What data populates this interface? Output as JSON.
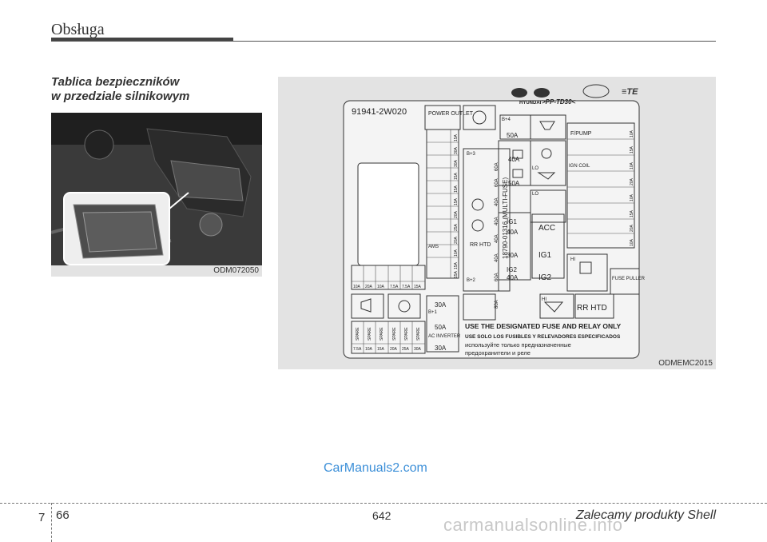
{
  "header": {
    "title": "Obsługa"
  },
  "section": {
    "title_line1": "Tablica bezpieczników",
    "title_line2": "w przedziale silnikowym"
  },
  "photo": {
    "caption": "ODM072050"
  },
  "diagram": {
    "caption": "ODMEMC2015",
    "part_number": "91941-2W020",
    "brand": "HYUNDAI",
    "material": ">PP-TD30<",
    "multifuse": "18790-01316 (MULTI-FUSE)",
    "labels": {
      "power_outlet": "POWER OUTLET",
      "f_pump": "F/PUMP",
      "ign_coil": "IGN COIL",
      "ig1": "IG1",
      "ig2": "IG2",
      "acc": "ACC",
      "rr_htd": "RR HTD",
      "fuse_puller": "FUSE PULLER",
      "ac_inverter": "AC INVERTER",
      "ams": "AMS",
      "rr_htd_small": "RR HTD",
      "lo": "LO",
      "hi": "HI",
      "b4": "B+4",
      "b3": "B+3",
      "b2": "B+2",
      "b1": "B+1",
      "spare": "SPARE"
    },
    "fuse_values": {
      "b4_main": "50A",
      "col2": [
        "40A",
        "50A"
      ],
      "ig1_val": "40A",
      "wiper_val": "30A",
      "ig2_val": "40A",
      "b1_30": "30A",
      "b1_50": "50A",
      "ac_30": "30A",
      "multi": [
        "60A",
        "60A",
        "40A",
        "40A",
        "40A",
        "40A",
        "60A",
        "80A"
      ],
      "small_left": [
        "15A",
        "30A",
        "30A",
        "15A",
        "15A",
        "15A",
        "20A",
        "25A",
        "20A",
        "10A",
        "15A",
        "15A"
      ],
      "right_col": [
        "10A",
        "15A",
        "10A",
        "20A",
        "10A",
        "15A",
        "20A",
        "10A"
      ],
      "bottom_row1": [
        "10A",
        "20A",
        "10A",
        "7.5A",
        "7.5A",
        "15A"
      ],
      "bottom_row2": [
        "7.5A",
        "10A",
        "15A",
        "20A",
        "25A",
        "30A"
      ]
    },
    "notice": {
      "en": "USE THE DESIGNATED FUSE AND RELAY ONLY",
      "es": "USE SOLO LOS FUSIBLES Y RELEVADORES ESPECIFICADOS",
      "ru1": "используйте только предназначенные",
      "ru2": "предохранители и реле"
    }
  },
  "footer": {
    "chapter": "7",
    "page": "66",
    "center_number": "642",
    "right_note": "Zalecamy produkty Shell"
  },
  "watermarks": {
    "blue": "CarManuals2.com",
    "grey": "carmanualsonline.info"
  }
}
